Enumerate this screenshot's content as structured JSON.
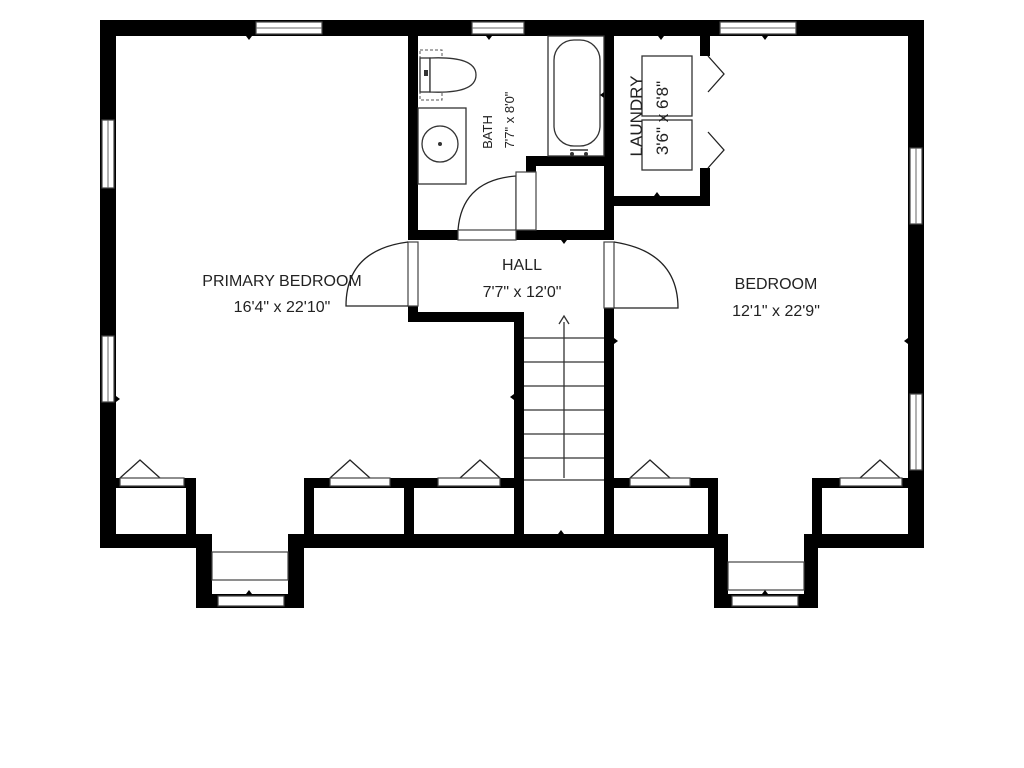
{
  "rooms": {
    "primary_bedroom": {
      "name": "PRIMARY BEDROOM",
      "dims": "16'4\" x 22'10\""
    },
    "bath": {
      "name": "BATH",
      "dims": "7'7\" x 8'0\""
    },
    "laundry": {
      "name": "LAUNDRY",
      "dims": "3'6\" x 6'8\""
    },
    "hall": {
      "name": "HALL",
      "dims": "7'7\" x 12'0\""
    },
    "bedroom": {
      "name": "BEDROOM",
      "dims": "12'1\" x 22'9\""
    }
  }
}
